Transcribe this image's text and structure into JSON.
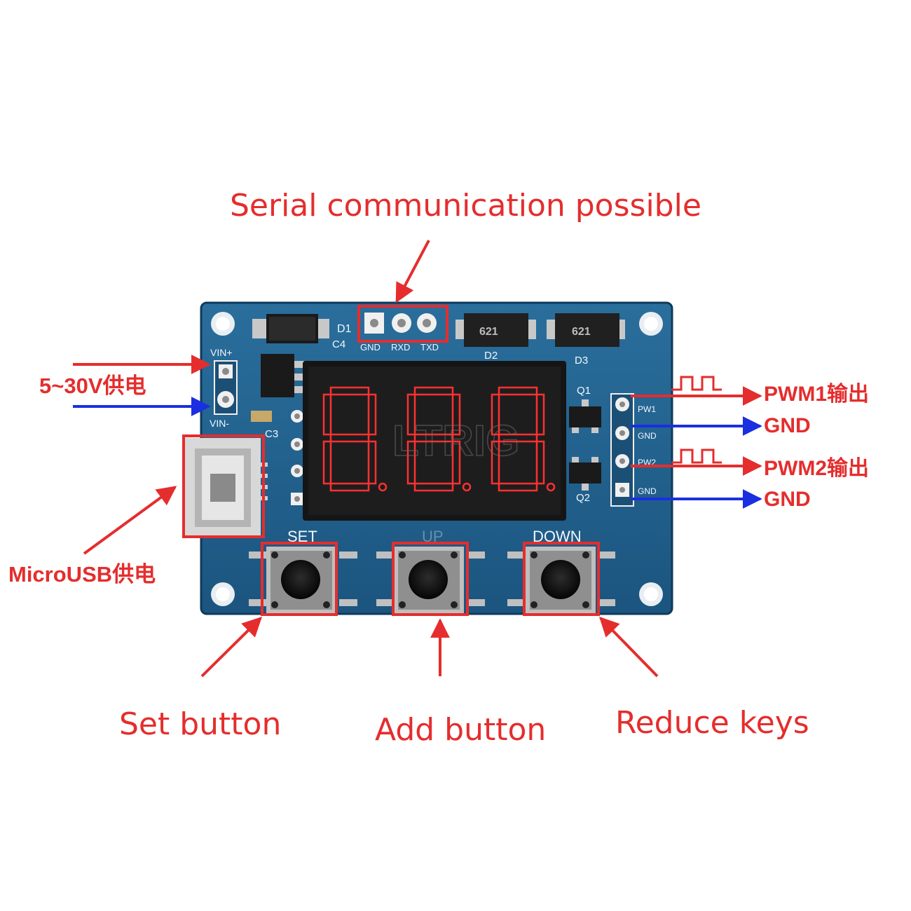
{
  "annotations": {
    "serial": "Serial communication possible",
    "supply": "5~30V供电",
    "usb": "MicroUSB供电",
    "pwm1": "PWM1输出",
    "gnd1": "GND",
    "pwm2": "PWM2输出",
    "gnd2": "GND",
    "set_button": "Set button",
    "add_button": "Add button",
    "reduce_keys": "Reduce keys"
  },
  "board": {
    "vin_plus": "VIN+",
    "vin_minus": "VIN-",
    "d1": "D1",
    "c4": "C4",
    "c3": "C3",
    "d2": "D2",
    "d3": "D3",
    "q1": "Q1",
    "q2": "Q2",
    "gnd_pin": "GND",
    "rxd_pin": "RXD",
    "txd_pin": "TXD",
    "pw1": "PW1",
    "pw2": "PW2",
    "gnd_a": "GND",
    "gnd_b": "GND",
    "set": "SET",
    "up": "UP",
    "down": "DOWN",
    "chip_d2": "621",
    "chip_d3": "621",
    "watermark": "LTRIG"
  },
  "colors": {
    "annotation_red": "#e52d2d",
    "arrow_blue": "#1a2fe0",
    "pcb_blue": "#1f5f8c",
    "digit_red": "#ff3030"
  }
}
